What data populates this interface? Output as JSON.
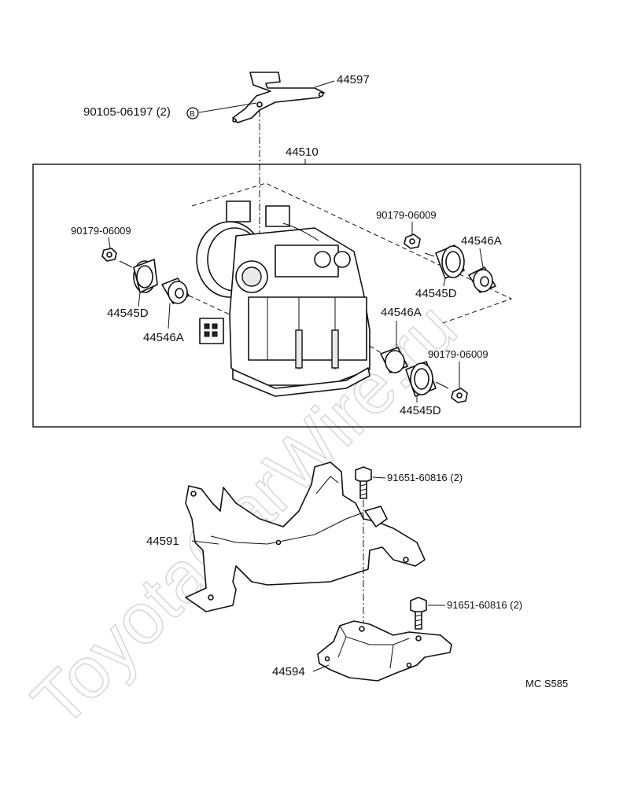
{
  "watermark": "ToyotaCarWire.ru",
  "labels": {
    "bracket_top": "44597",
    "screw_top": "90105-06197 (2)",
    "screw_mark": "B",
    "assembly": "44510",
    "nut_left": "90179-06009",
    "insulator_left_d": "44545D",
    "insulator_left_a": "44546A",
    "nut_right": "90179-06009",
    "insulator_right_a": "44546A",
    "insulator_right_d": "44545D",
    "insulator_bottom_a": "44546A",
    "nut_bottom": "90179-06009",
    "insulator_bottom_d": "44545D",
    "bolt_upper": "91651-60816 (2)",
    "bracket_main": "44591",
    "bolt_lower": "91651-60816 (2)",
    "bracket_lower": "44594",
    "figure_code": "MC  S585"
  },
  "icons": [
    "bracket-icon",
    "screw-icon",
    "actuator-icon",
    "nut-icon",
    "insulator-icon",
    "bolt-icon"
  ]
}
